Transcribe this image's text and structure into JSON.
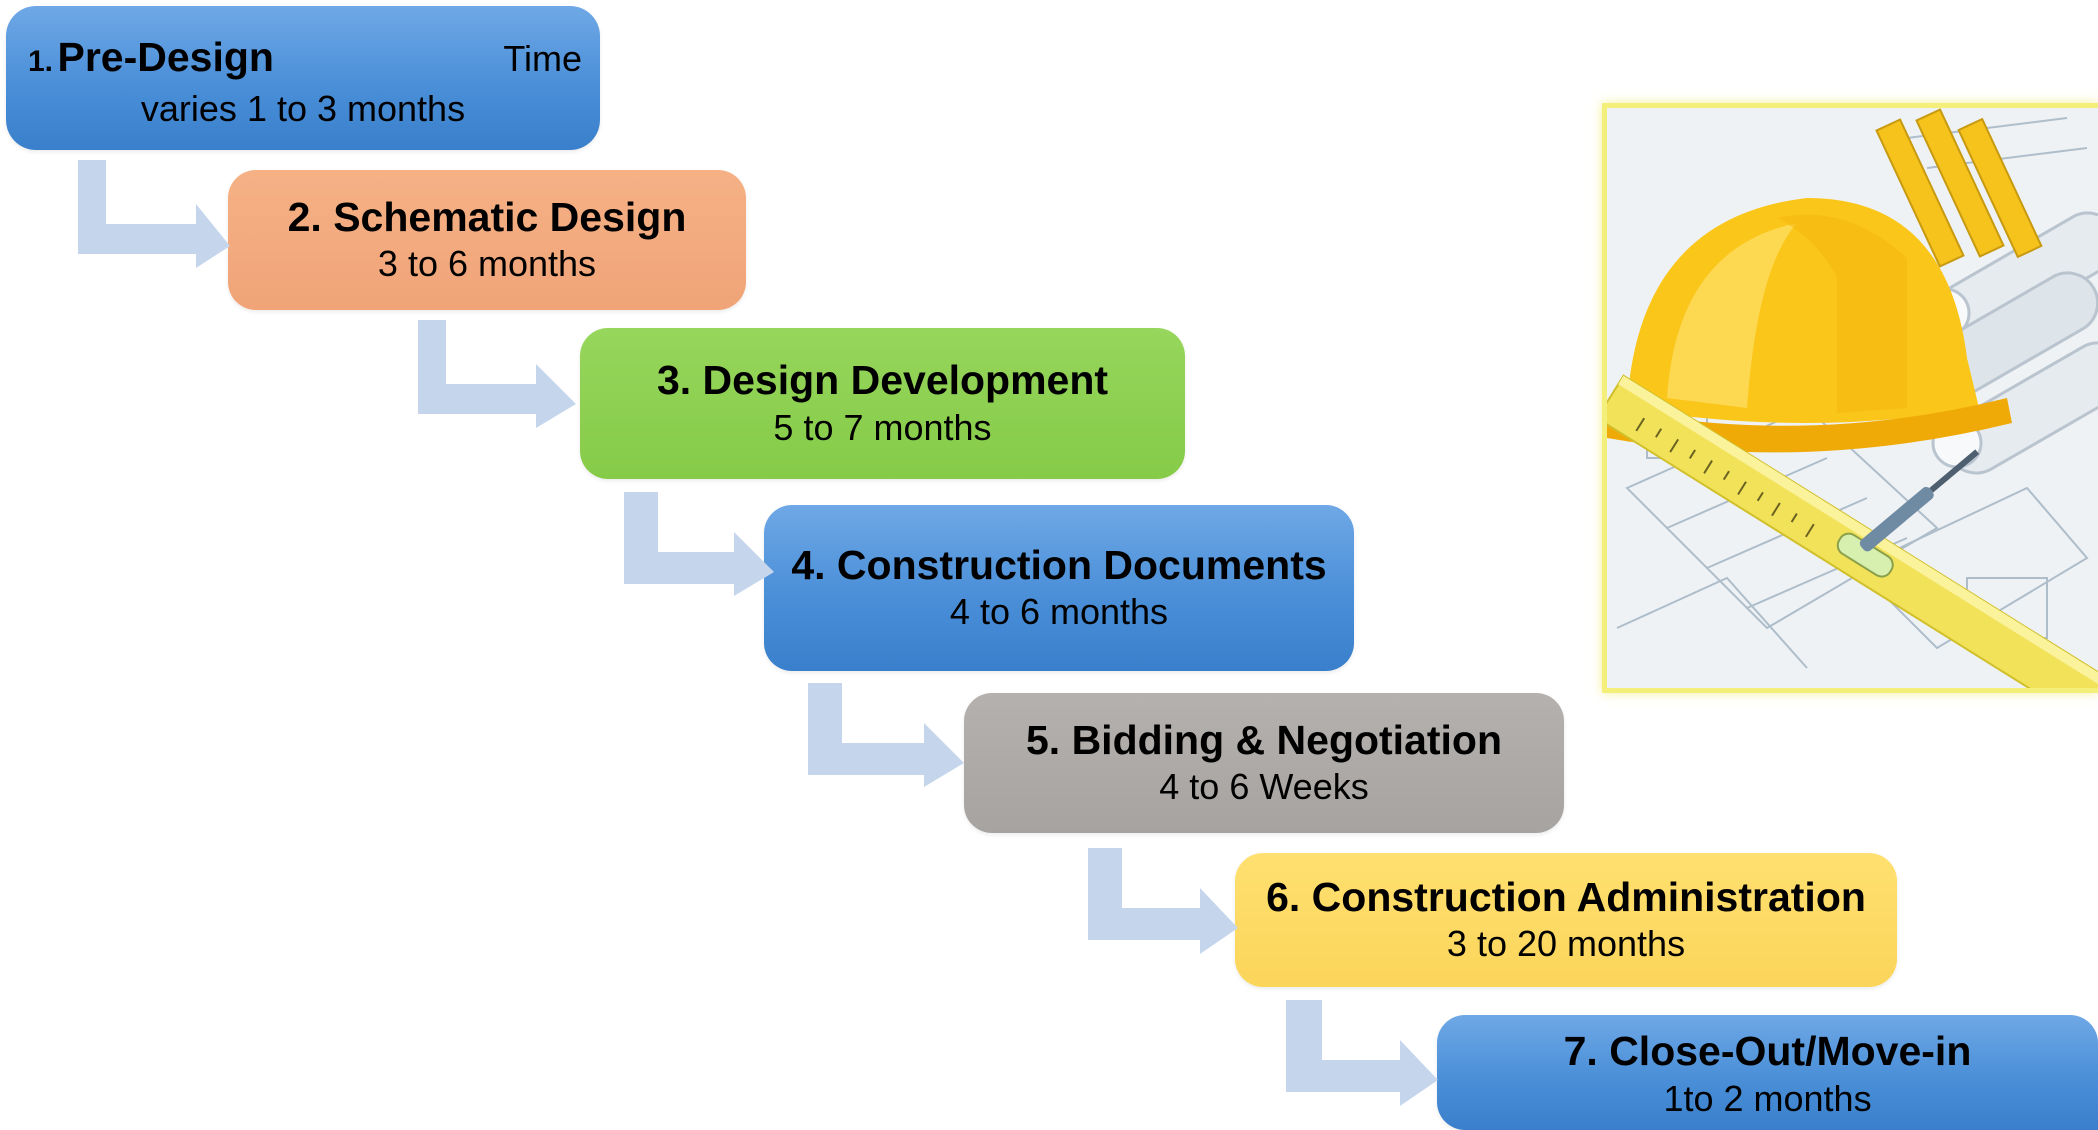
{
  "steps": [
    {
      "number": "1.",
      "title": "Pre-Design",
      "label_extra": "Time",
      "duration": "varies 1 to 3 months",
      "color": "#4a8fd8"
    },
    {
      "title": "2. Schematic Design",
      "duration": "3 to 6 months",
      "color": "#f0a478"
    },
    {
      "title": "3. Design Development",
      "duration": "5 to 7 months",
      "color": "#86cb48"
    },
    {
      "title": "4. Construction Documents",
      "duration": "4 to 6 months",
      "color": "#4a8fd8"
    },
    {
      "title": "5. Bidding & Negotiation",
      "duration": "4 to 6 Weeks",
      "color": "#a6a3a0"
    },
    {
      "title": "6. Construction Administration",
      "duration": "3 to 20 months",
      "color": "#fbd55a"
    },
    {
      "title": "7. Close-Out/Move-in",
      "duration": "1to 2 months",
      "color": "#4a8fd8"
    }
  ],
  "connector_color": "#c5d6ec",
  "photo": {
    "subject": "hard-hat-and-blueprints-icon"
  }
}
